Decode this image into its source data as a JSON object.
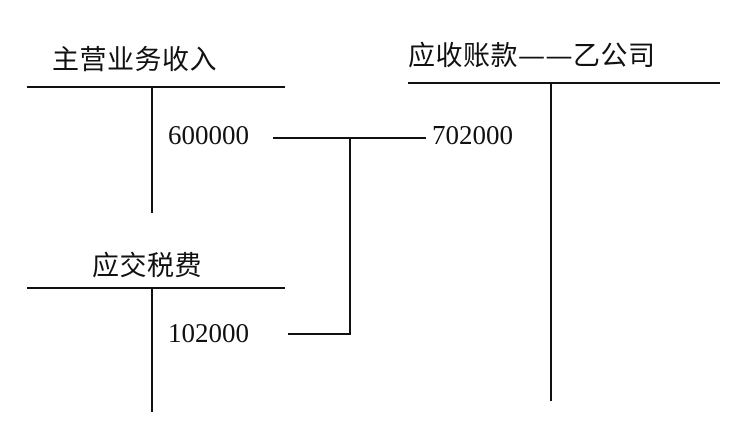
{
  "accounts": {
    "revenue": {
      "title": "主营业务收入",
      "credit_amount": "600000"
    },
    "tax": {
      "title": "应交税费",
      "credit_amount": "102000"
    },
    "receivable": {
      "title": "应收账款——乙公司",
      "debit_amount": "702000"
    }
  },
  "colors": {
    "ink": "#111111",
    "background": "#ffffff"
  }
}
